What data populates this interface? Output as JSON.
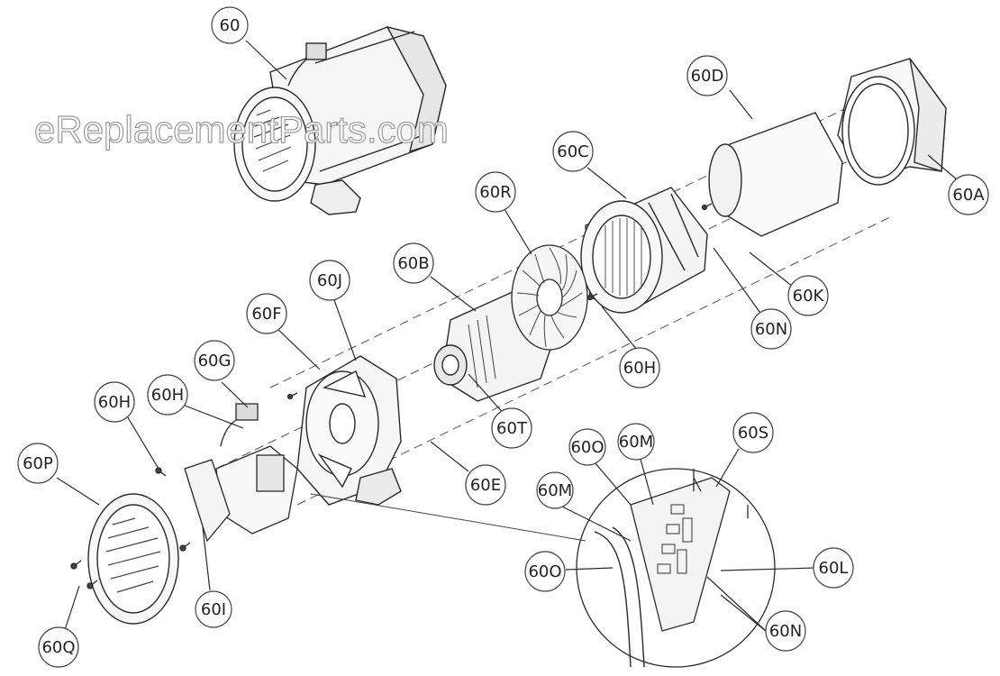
{
  "watermark": "eReplacementParts.com",
  "callouts": {
    "c60": "60",
    "c60D": "60D",
    "c60A": "60A",
    "c60C": "60C",
    "c60R": "60R",
    "c60B": "60B",
    "c60J": "60J",
    "c60F": "60F",
    "c60K": "60K",
    "c60N_top": "60N",
    "c60H_right": "60H",
    "c60G": "60G",
    "c60H_mid": "60H",
    "c60H_left": "60H",
    "c60T": "60T",
    "c60S": "60S",
    "c60O_top": "60O",
    "c60M_top": "60M",
    "c60M_left": "60M",
    "c60E": "60E",
    "c60P": "60P",
    "c60L": "60L",
    "c60O_left": "60O",
    "c60N_bottom": "60N",
    "c60I": "60I",
    "c60Q": "60Q"
  },
  "colors": {
    "line": "#2a2a2a",
    "light_line": "#7a7a7a",
    "fill": "#f4f4f4",
    "background": "#ffffff"
  }
}
